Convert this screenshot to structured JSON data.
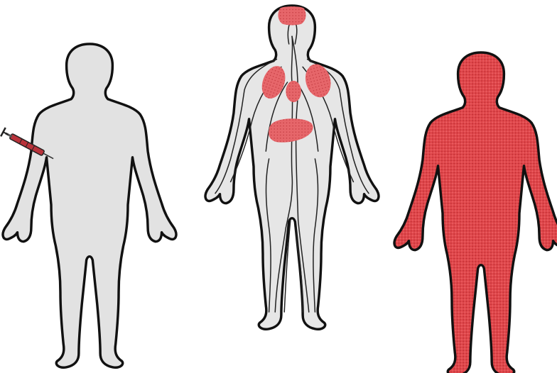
{
  "colors": {
    "background": "#ffffff",
    "body_gray": "#e2e2e2",
    "outline": "#111111",
    "spread_red": "#e0474b",
    "organ_red": "#e65c5f",
    "syringe": "#b8323a"
  },
  "figures": [
    {
      "name": "figure-injected",
      "fill": "gray",
      "icon": "syringe-icon"
    },
    {
      "name": "figure-spreading",
      "fill": "gray",
      "highlighted_organs": [
        "brain",
        "right-lung",
        "left-lung",
        "heart",
        "liver"
      ],
      "icon": "blood-vessels"
    },
    {
      "name": "figure-full-spread",
      "fill": "red"
    }
  ]
}
